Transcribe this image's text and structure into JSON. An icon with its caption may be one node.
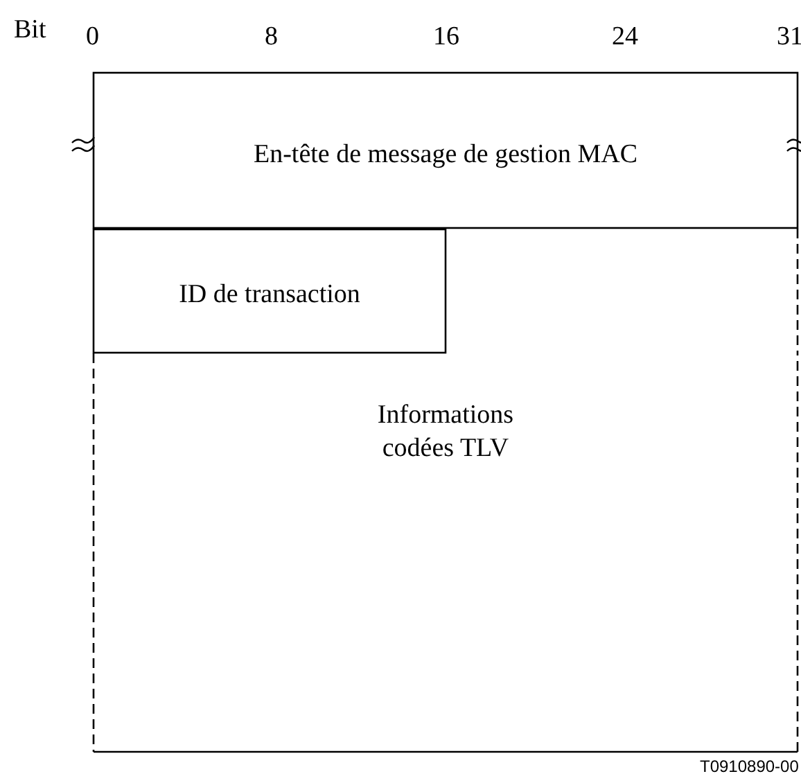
{
  "diagram": {
    "nodes": [
      {
        "text": [
          "En-tête de message de gestion MAC"
        ]
      },
      {
        "text": [
          "ID de transaction"
        ]
      },
      {
        "text": [
          "Informations codées TLV"
        ]
      }
    ],
    "edges": [],
    "labels": [
      "Bit",
      "0",
      "8",
      "16",
      "24",
      "31",
      "T0910890-00"
    ]
  }
}
